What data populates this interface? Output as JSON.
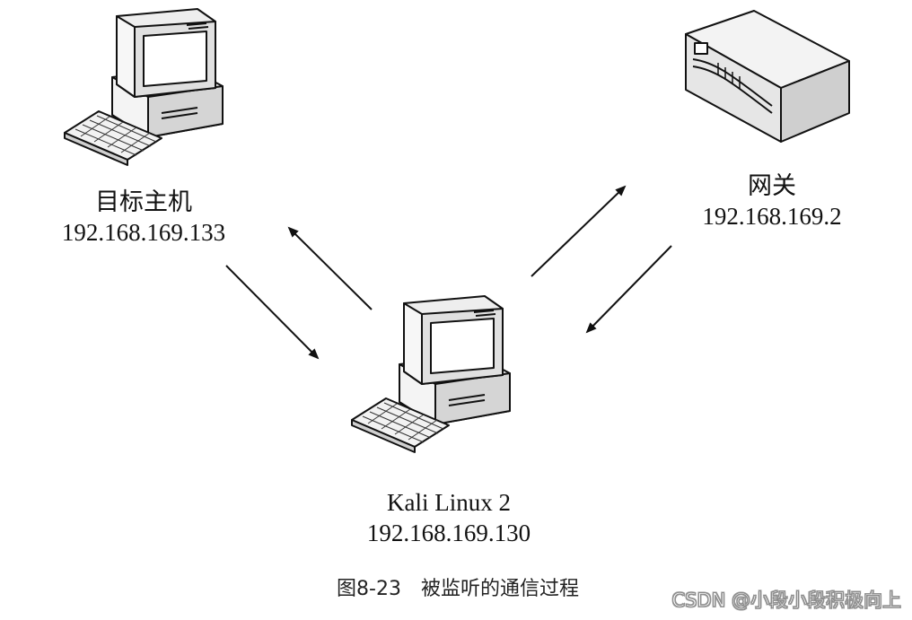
{
  "nodes": {
    "target": {
      "name": "目标主机",
      "ip": "192.168.169.133"
    },
    "gateway": {
      "name": "网关",
      "ip": "192.168.169.2"
    },
    "kali": {
      "name": "Kali Linux 2",
      "ip": "192.168.169.130"
    }
  },
  "caption": {
    "figure_number": "图8-23",
    "title": "被监听的通信过程"
  },
  "watermark": "CSDN @小段小段积极向上",
  "icons": {
    "target": "desktop-computer-icon",
    "kali": "desktop-computer-icon",
    "gateway": "router-icon"
  },
  "colors": {
    "line": "#111111",
    "background": "#ffffff"
  }
}
